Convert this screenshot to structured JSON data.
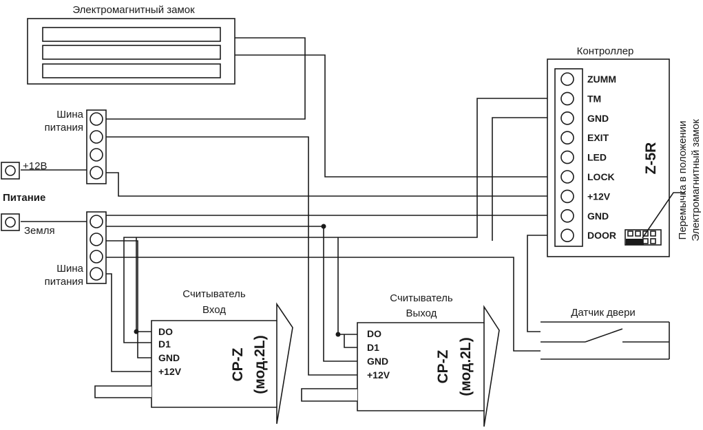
{
  "lock": {
    "title": "Электромагнитный замок"
  },
  "controller": {
    "title": "Контроллер",
    "model": "Z-5R",
    "pins": [
      "ZUMM",
      "TM",
      "GND",
      "EXIT",
      "LED",
      "LOCK",
      "+12V",
      "GND",
      "DOOR"
    ],
    "jumper_note_line1": "Перемычка в положении",
    "jumper_note_line2": "Электромагнитный замок"
  },
  "bus_top": {
    "line1": "Шина",
    "line2": "питания"
  },
  "bus_bottom": {
    "line1": "Шина",
    "line2": "питания"
  },
  "power": {
    "title": "Питание",
    "plus_label": "+12В",
    "ground_label": "Земля"
  },
  "reader_in": {
    "title_line1": "Считыватель",
    "title_line2": "Вход",
    "pins": [
      "DO",
      "D1",
      "GND",
      "+12V"
    ],
    "model_line1": "CP-Z",
    "model_line2": "(мод.2L)"
  },
  "reader_out": {
    "title_line1": "Считыватель",
    "title_line2": "Выход",
    "pins": [
      "DO",
      "D1",
      "GND",
      "+12V"
    ],
    "model_line1": "CP-Z",
    "model_line2": "(мод.2L)"
  },
  "door_sensor": {
    "title": "Датчик двери"
  }
}
